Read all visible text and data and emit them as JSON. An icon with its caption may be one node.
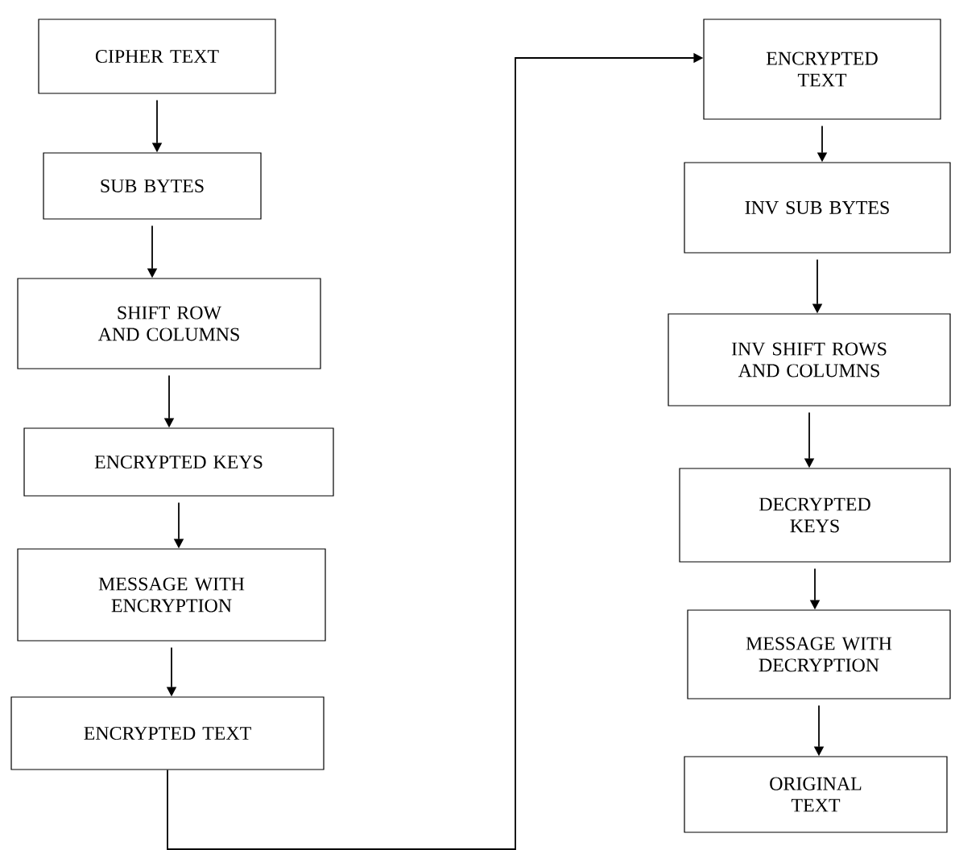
{
  "diagram": {
    "nodes": [
      {
        "text": [
          "CIPHER TEXT"
        ]
      },
      {
        "text": [
          "SUB BYTES"
        ]
      },
      {
        "text": [
          "SHIFT ROW AND COLUMNS"
        ]
      },
      {
        "text": [
          "ENCRYPTED KEYS"
        ]
      },
      {
        "text": [
          "MESSAGE WITH ENCRYPTION"
        ]
      },
      {
        "text": [
          "ENCRYPTED TEXT"
        ]
      },
      {
        "text": [
          "ENCRYPTED TEXT"
        ]
      },
      {
        "text": [
          "INV SUB BYTES"
        ]
      },
      {
        "text": [
          "INV SHIFT ROWS AND COLUMNS"
        ]
      },
      {
        "text": [
          "DECRYPTED KEYS"
        ]
      },
      {
        "text": [
          "MESSAGE WITH DECRYPTION"
        ]
      },
      {
        "text": [
          "ORIGINAL TEXT"
        ]
      }
    ],
    "edges": [
      {
        "from": 0,
        "to": 1,
        "arrow": "to"
      },
      {
        "from": 1,
        "to": 2,
        "arrow": "to"
      },
      {
        "from": 2,
        "to": 3,
        "arrow": "to"
      },
      {
        "from": 3,
        "to": 4,
        "arrow": "to"
      },
      {
        "from": 4,
        "to": 5,
        "arrow": "to"
      },
      {
        "from": 5,
        "to": 6,
        "arrow": "to"
      },
      {
        "from": 6,
        "to": 7,
        "arrow": "to"
      },
      {
        "from": 7,
        "to": 8,
        "arrow": "to"
      },
      {
        "from": 8,
        "to": 9,
        "arrow": "to"
      },
      {
        "from": 9,
        "to": 10,
        "arrow": "to"
      },
      {
        "from": 10,
        "to": 11,
        "arrow": "to"
      }
    ]
  }
}
